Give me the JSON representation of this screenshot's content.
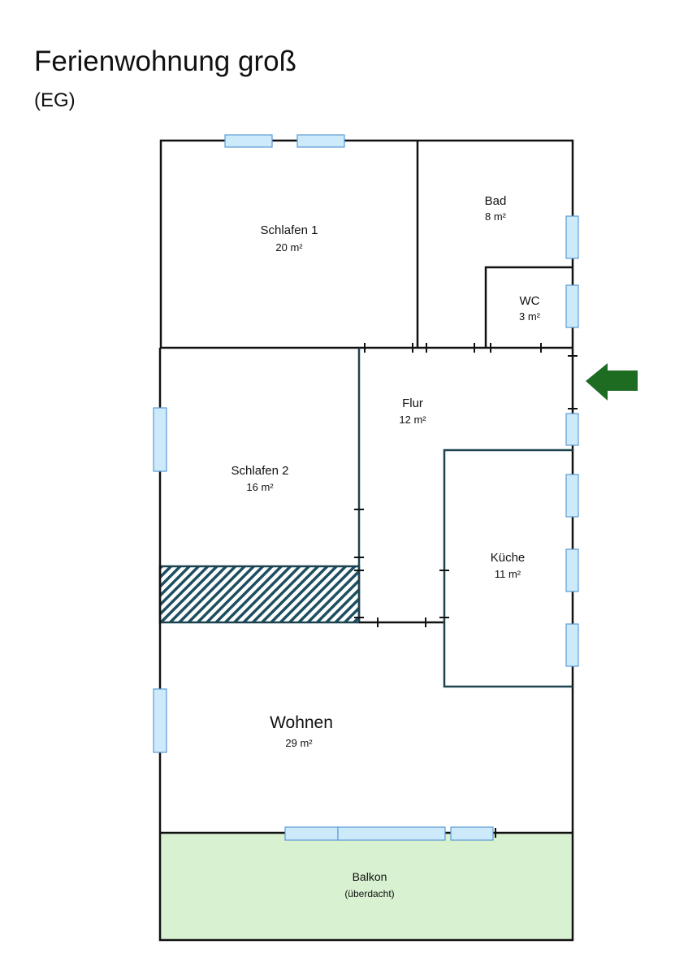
{
  "title": "Ferienwohnung groß",
  "subtitle": "(EG)",
  "colors": {
    "window_fill": "#cdeafa",
    "balcony": "#d8f1d0",
    "entrance_arrow": "#1e6b22",
    "hatch": "#1d4f60"
  },
  "rooms": [
    {
      "name": "Schlafen 1",
      "area": "20 m²"
    },
    {
      "name": "Bad",
      "area": "8 m²"
    },
    {
      "name": "WC",
      "area": "3 m²"
    },
    {
      "name": "Flur",
      "area": "12 m²"
    },
    {
      "name": "Schlafen 2",
      "area": "16 m²"
    },
    {
      "name": "Küche",
      "area": "11 m²"
    },
    {
      "name": "Wohnen",
      "area": "29 m²"
    },
    {
      "name": "Balkon",
      "area": "(überdacht)"
    }
  ],
  "entrance_icon": "arrow-left-icon"
}
